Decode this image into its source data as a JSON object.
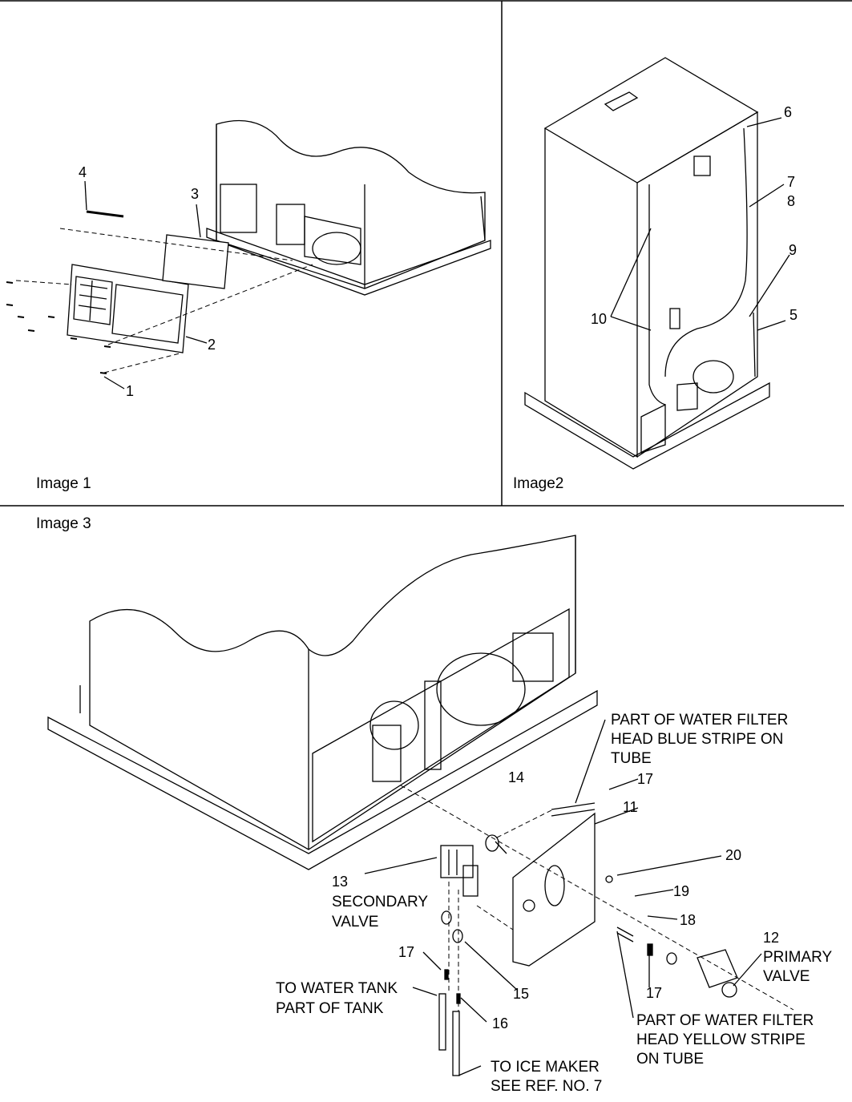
{
  "panels": {
    "image1": {
      "label": "Image 1",
      "callouts": [
        "1",
        "2",
        "3",
        "4"
      ]
    },
    "image2": {
      "label": "Image2",
      "callouts": [
        "5",
        "6",
        "7",
        "8",
        "9",
        "10"
      ]
    },
    "image3": {
      "label": "Image 3",
      "callouts": [
        "11",
        "12",
        "13",
        "14",
        "15",
        "16",
        "17",
        "17",
        "17",
        "18",
        "19",
        "20"
      ],
      "notes": {
        "blue_stripe": [
          "PART OF WATER FILTER",
          "HEAD BLUE STRIPE ON",
          "TUBE"
        ],
        "secondary_valve": [
          "SECONDARY",
          "VALVE"
        ],
        "primary_valve": [
          "PRIMARY",
          "VALVE"
        ],
        "water_tank": [
          "TO WATER TANK",
          "PART OF TANK"
        ],
        "yellow_stripe": [
          "PART OF WATER FILTER",
          "HEAD YELLOW STRIPE",
          "ON TUBE"
        ],
        "ice_maker": [
          "TO ICE MAKER",
          "SEE REF. NO. 7"
        ]
      }
    }
  }
}
